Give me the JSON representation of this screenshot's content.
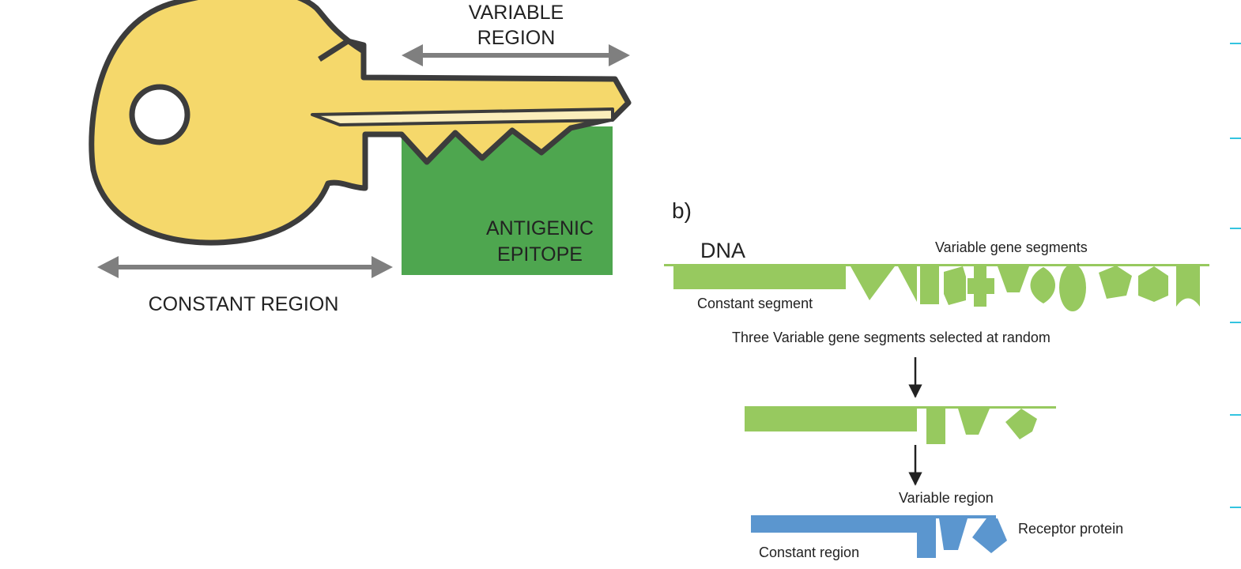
{
  "panel_a": {
    "variable_region_line1": "VARIABLE",
    "variable_region_line2": "REGION",
    "constant_region": "CONSTANT REGION",
    "epitope_line1": "ANTIGENIC",
    "epitope_line2": "EPITOPE"
  },
  "panel_b": {
    "panel_label": "b)",
    "dna_label": "DNA",
    "variable_segments_label": "Variable gene segments",
    "constant_segment_label": "Constant segment",
    "selection_label": "Three Variable gene segments selected at random",
    "variable_region_label": "Variable region",
    "receptor_protein_label": "Receptor protein",
    "constant_region_label": "Constant region"
  },
  "colors": {
    "key_fill": "#f5d86b",
    "key_outline": "#3c3c3c",
    "epitope": "#4ea64f",
    "arrow_gray": "#7f7f7f",
    "dna_green": "#97c95f",
    "receptor_blue": "#5b96cf",
    "side_ticks": "#33c4e0"
  }
}
